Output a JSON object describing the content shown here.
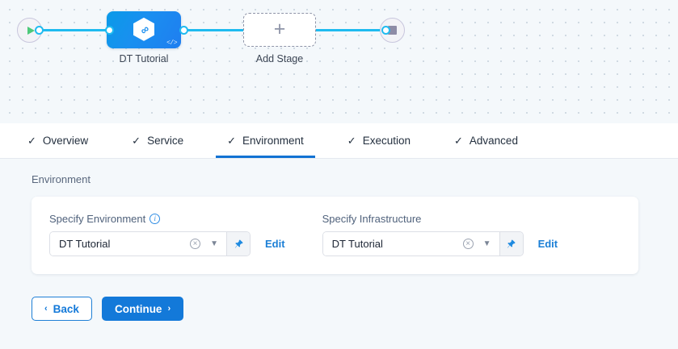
{
  "pipeline": {
    "start_node": {
      "icon": "play-icon"
    },
    "end_node": {
      "icon": "stop-icon"
    },
    "stage": {
      "label": "DT Tutorial",
      "icon": "harness-hexagon-icon",
      "badge": "</>"
    },
    "add_stage": {
      "label": "Add Stage",
      "icon": "plus-icon"
    }
  },
  "tabs": [
    {
      "label": "Overview",
      "check": "✓",
      "active": false
    },
    {
      "label": "Service",
      "check": "✓",
      "active": false
    },
    {
      "label": "Environment",
      "check": "✓",
      "active": true
    },
    {
      "label": "Execution",
      "check": "✓",
      "active": false
    },
    {
      "label": "Advanced",
      "check": "✓",
      "active": false
    }
  ],
  "content": {
    "section_title": "Environment",
    "environment_field": {
      "label": "Specify Environment",
      "info_icon": "info-icon",
      "info_glyph": "i",
      "value": "DT Tutorial",
      "clear_glyph": "×",
      "chevron_glyph": "⌄",
      "pin_icon": "pin-icon",
      "edit_label": "Edit"
    },
    "infrastructure_field": {
      "label": "Specify Infrastructure",
      "value": "DT Tutorial",
      "clear_glyph": "×",
      "chevron_glyph": "⌄",
      "pin_icon": "pin-icon",
      "edit_label": "Edit"
    }
  },
  "footer": {
    "back_label": "Back",
    "back_chevron": "‹",
    "continue_label": "Continue",
    "continue_chevron": "›"
  },
  "colors": {
    "accent_blue": "#1379d9",
    "wire_blue": "#1fbbf0",
    "canvas_bg": "#f4f8fb",
    "card_bg": "#ffffff",
    "play_green": "#4dc97a"
  }
}
